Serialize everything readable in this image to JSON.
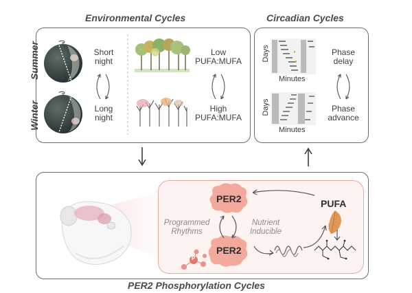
{
  "environmental": {
    "title": "Environmental Cycles",
    "summer_label": "Summer",
    "winter_label": "Winter",
    "short_night": [
      "Short",
      "night"
    ],
    "long_night": [
      "Long",
      "night"
    ],
    "low_ratio": [
      "Low",
      "PUFA:MUFA"
    ],
    "high_ratio": [
      "High",
      "PUFA:MUFA"
    ]
  },
  "circadian": {
    "title": "Circadian Cycles",
    "days_label": "Days",
    "minutes_label": "Minutes",
    "phase_delay": [
      "Phase",
      "delay"
    ],
    "phase_advance": [
      "Phase",
      "advance"
    ]
  },
  "per2": {
    "title": "PER2 Phosphorylation Cycles",
    "protein_label": "PER2",
    "pufa_label": "PUFA",
    "programmed": [
      "Programmed",
      "Rhythms"
    ],
    "nutrient": [
      "Nutrient",
      "Inducible"
    ],
    "phospho_mark": "P"
  },
  "colors": {
    "border": "#6b6b6b",
    "per2_fill": "#f0a99a",
    "per2_inner_bg": "#fdf1ee",
    "pufa_leaf": "#e0985a",
    "phospho": "#e07a6e"
  }
}
